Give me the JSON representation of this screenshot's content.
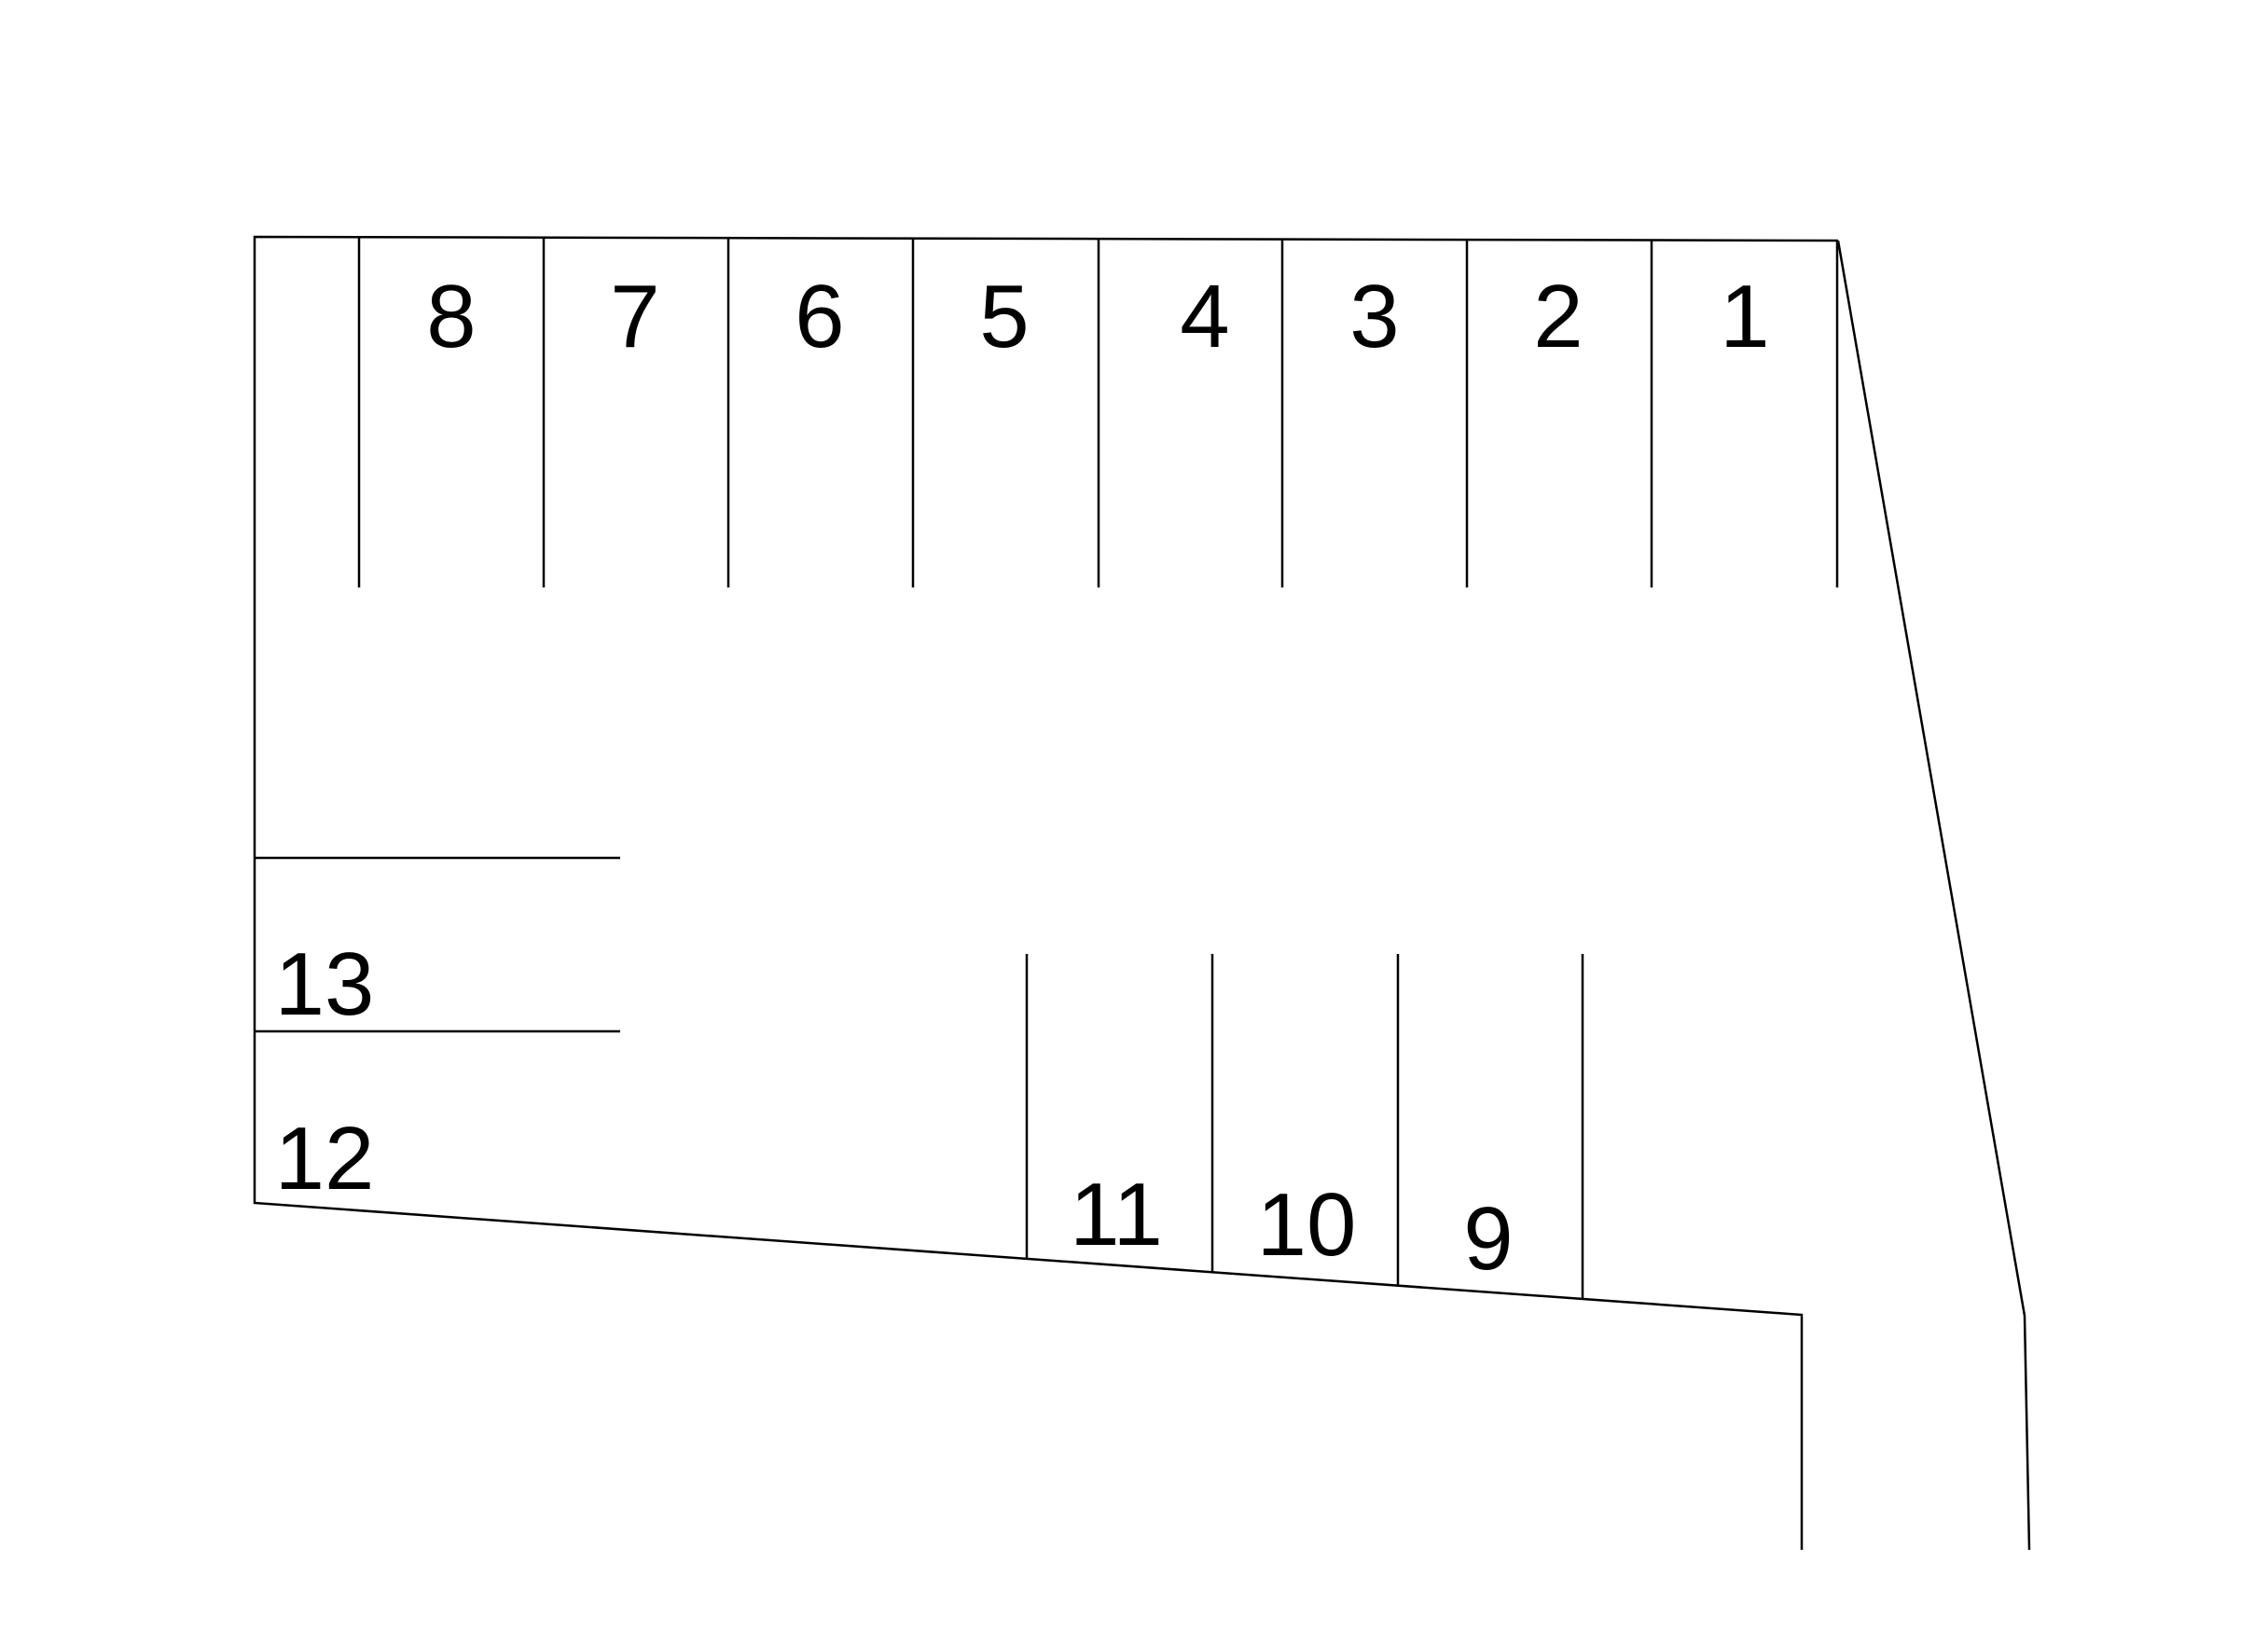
{
  "diagram": {
    "line_color": "#000000",
    "background": "#ffffff",
    "stalls": {
      "s1": "1",
      "s2": "2",
      "s3": "3",
      "s4": "4",
      "s5": "5",
      "s6": "6",
      "s7": "7",
      "s8": "8",
      "s9": "9",
      "s10": "10",
      "s11": "11",
      "s12": "12",
      "s13": "13"
    }
  }
}
